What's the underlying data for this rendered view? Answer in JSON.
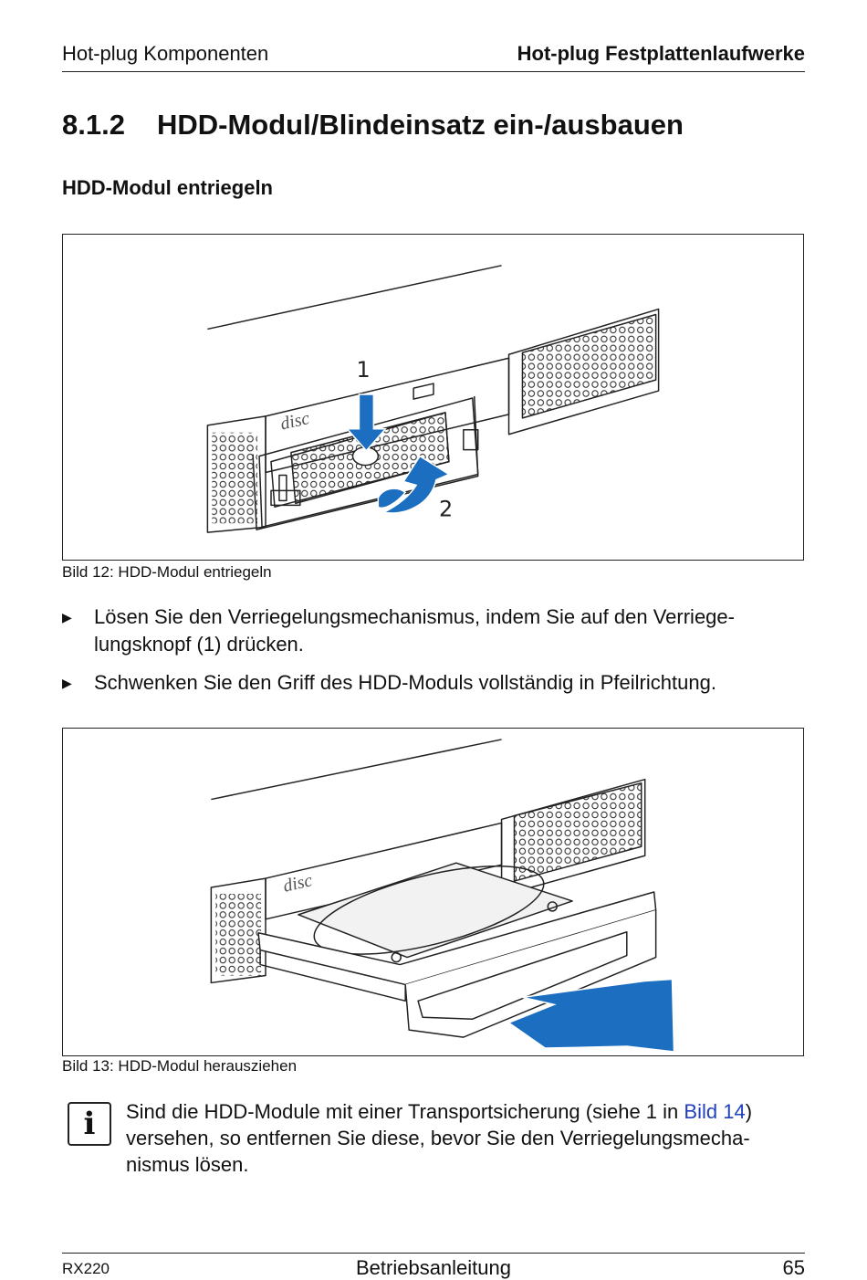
{
  "header": {
    "chapter": "Hot-plug Komponenten",
    "section": "Hot-plug Festplattenlaufwerke"
  },
  "section": {
    "number": "8.1.2",
    "title": "HDD-Modul/Blindeinsatz ein-/ausbauen"
  },
  "subheading": "HDD-Modul entriegeln",
  "figure1": {
    "caption": "Bild 12: HDD-Modul entriegeln",
    "callouts": [
      "1",
      "2"
    ],
    "disc_label": "disc",
    "arrow_color": "#1c6fc0"
  },
  "bullets": [
    {
      "marker": "▶",
      "line1": "Lösen Sie den Verriegelungsmechanismus, indem Sie auf den Verriege-",
      "line2": "lungsknopf (1) drücken."
    },
    {
      "marker": "▶",
      "line1": "Schwenken Sie den Griff des HDD-Moduls vollständig in Pfeilrichtung."
    }
  ],
  "figure2": {
    "caption": "Bild 13: HDD-Modul herausziehen",
    "disc_label": "disc",
    "arrow_color": "#1c6fc0"
  },
  "note": {
    "icon": "i",
    "text_before_link": "Sind die HDD-Module mit einer Transportsicherung (siehe 1 in ",
    "link_text": "Bild 14",
    "text_after_link": ") versehen, so entfernen Sie diese, bevor Sie den Verriegelungsmecha-nismus lösen."
  },
  "footer": {
    "model": "RX220",
    "title": "Betriebsanleitung",
    "page": "65"
  }
}
